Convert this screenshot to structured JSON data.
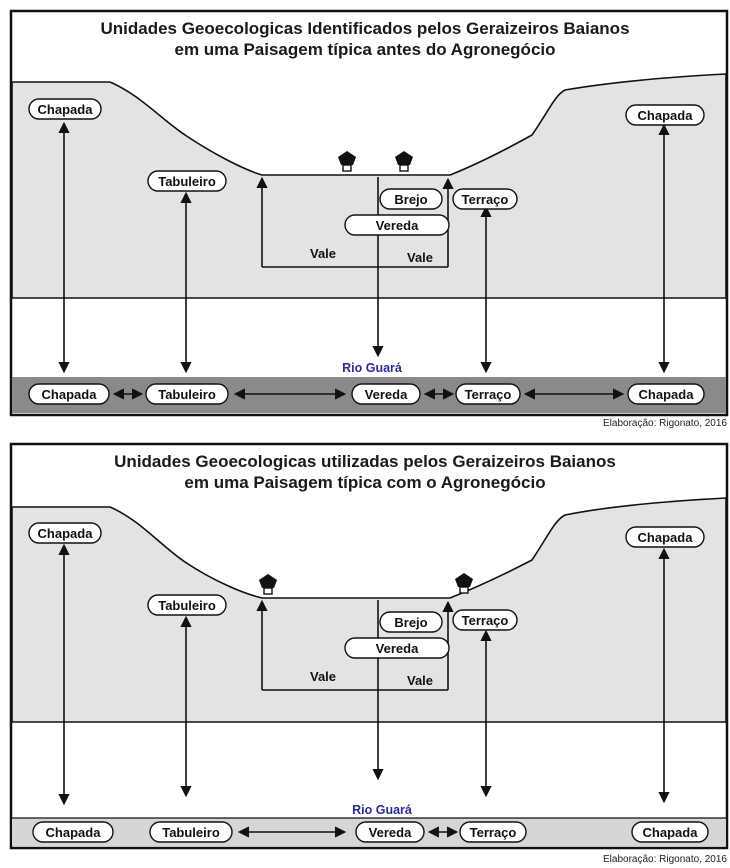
{
  "panels": [
    {
      "title_line1": "Unidades Geoecologicas Identificados pelos Geraizeiros Baianos",
      "title_line2": "em uma Paisagem típica antes do Agronegócio",
      "upper_labels": {
        "chapada_left": "Chapada",
        "tabuleiro": "Tabuleiro",
        "brejo": "Brejo",
        "vereda": "Vereda",
        "terraco": "Terraço",
        "chapada_right": "Chapada",
        "vale_left": "Vale",
        "vale_right": "Vale"
      },
      "river": "Rio Guará",
      "bottom_labels": {
        "chapada_left": "Chapada",
        "tabuleiro": "Tabuleiro",
        "vereda": "Vereda",
        "terraco": "Terraço",
        "chapada_right": "Chapada"
      },
      "credit": "Elaboração: Rigonato, 2016"
    },
    {
      "title_line1": "Unidades Geoecologicas utilizadas pelos Geraizeiros Baianos",
      "title_line2": "em uma Paisagem típica com o Agronegócio",
      "upper_labels": {
        "chapada_left": "Chapada",
        "tabuleiro": "Tabuleiro",
        "brejo": "Brejo",
        "vereda": "Vereda",
        "terraco": "Terraço",
        "chapada_right": "Chapada",
        "vale_left": "Vale",
        "vale_right": "Vale"
      },
      "river": "Rio Guará",
      "bottom_labels": {
        "chapada_left": "Chapada",
        "tabuleiro": "Tabuleiro",
        "vereda": "Vereda",
        "terraco": "Terraço",
        "chapada_right": "Chapada"
      },
      "credit": "Elaboração: Rigonato, 2016"
    }
  ],
  "colors": {
    "terrain": "#e3e3e3",
    "bottom_band_panel1": "#8a8a8a",
    "bottom_band_panel2": "#d6d6d6",
    "river_text": "#2a2aa0",
    "outline": "#111111"
  },
  "icons": [
    "house-icon"
  ]
}
